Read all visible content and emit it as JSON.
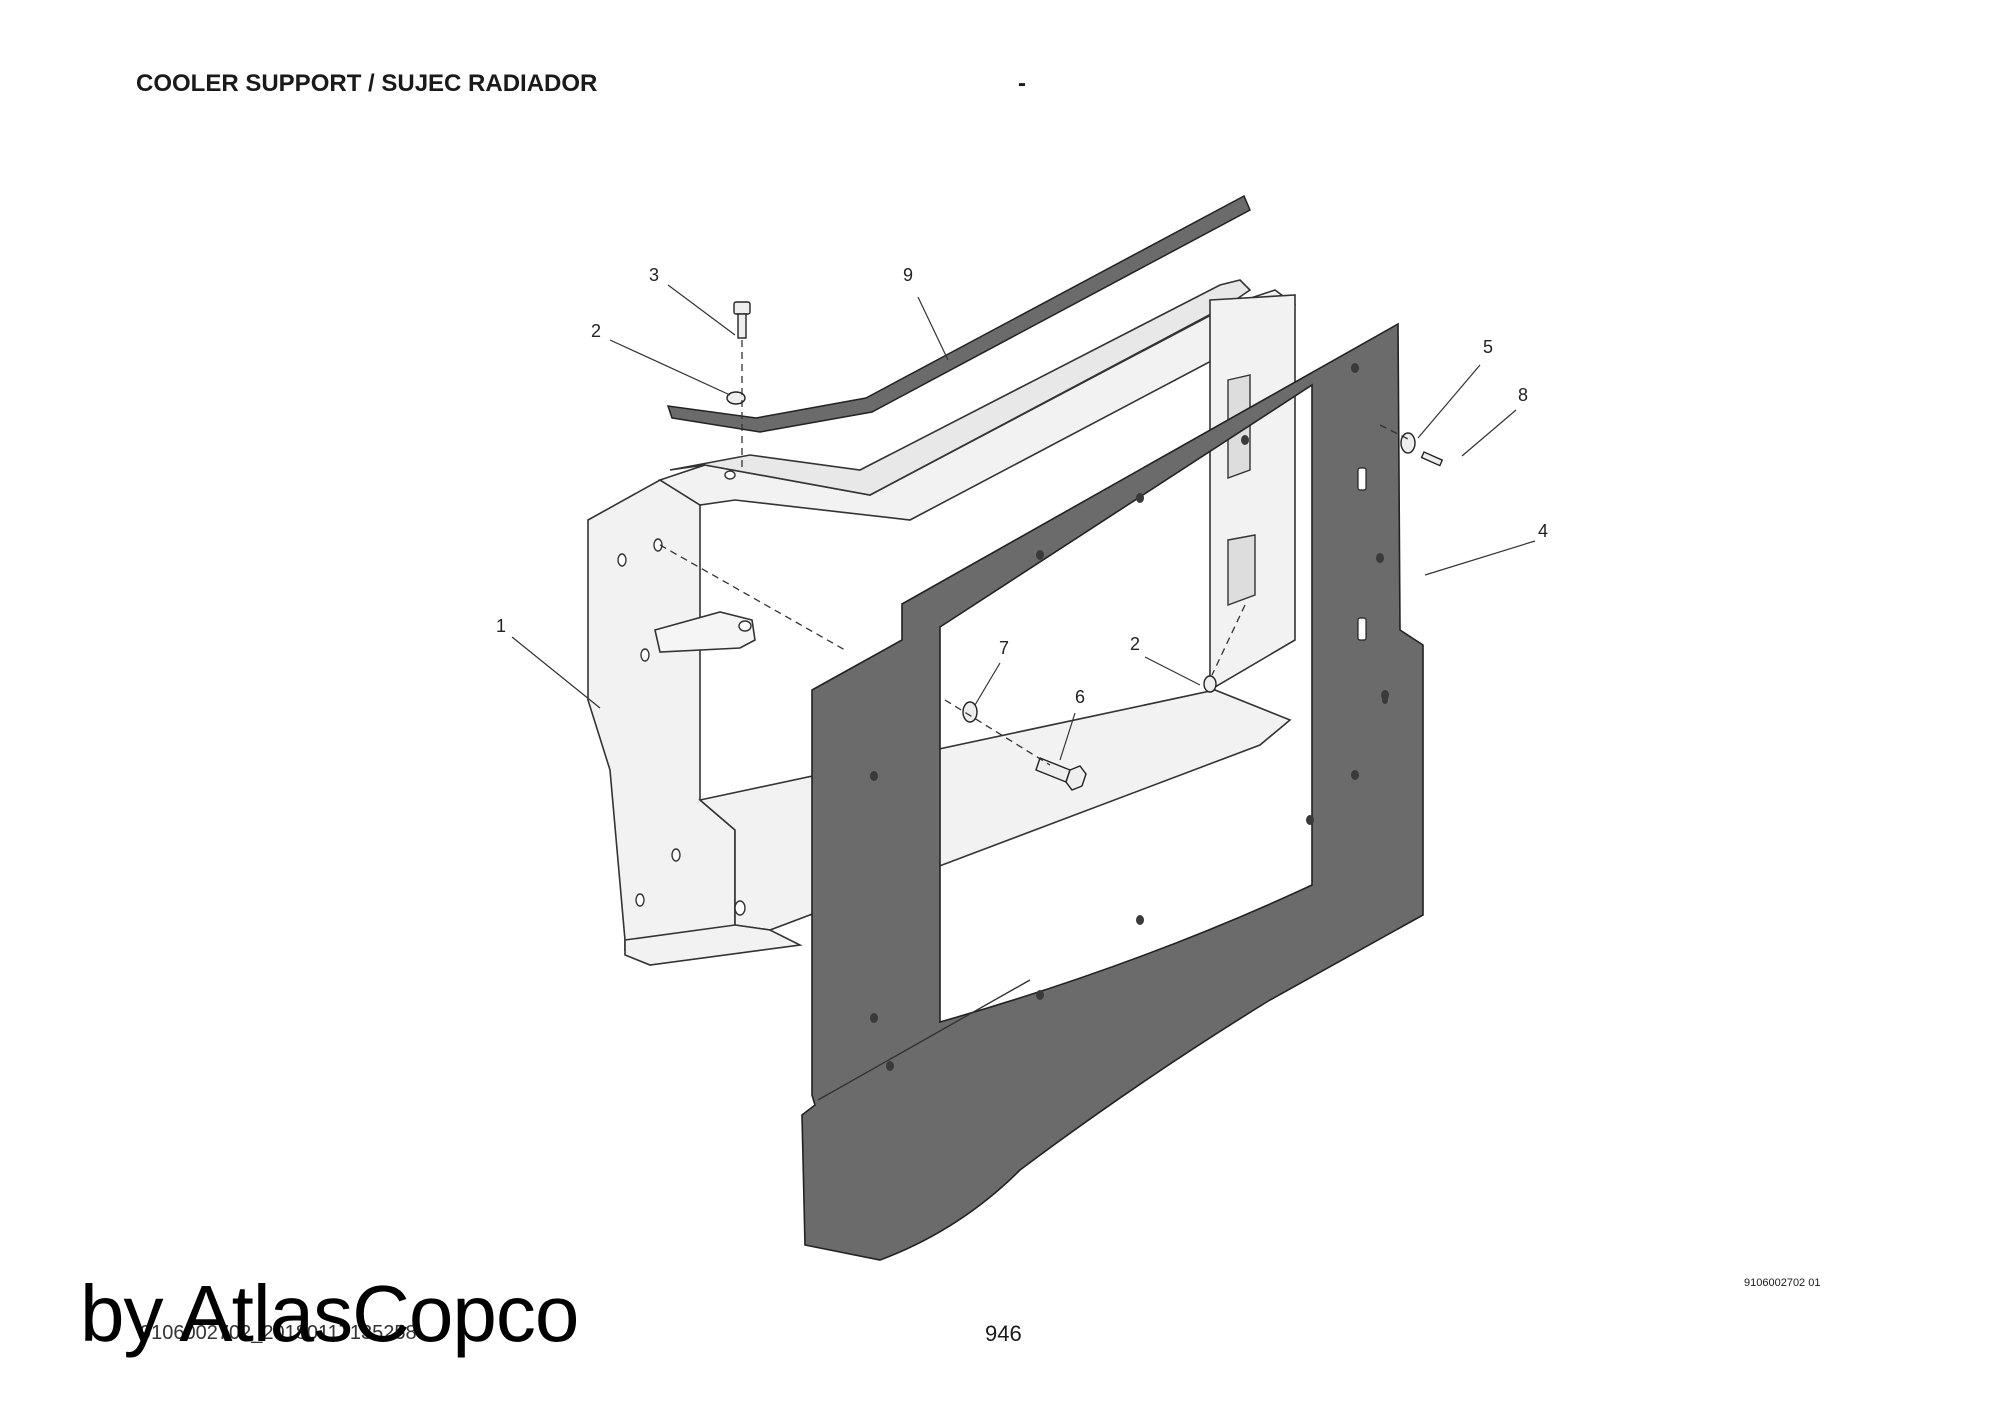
{
  "header": {
    "title": "COOLER SUPPORT / SUJEC RADIADOR",
    "dash": "-"
  },
  "diagram": {
    "callouts": [
      {
        "number": "1"
      },
      {
        "number": "2"
      },
      {
        "number": "3"
      },
      {
        "number": "9"
      },
      {
        "number": "5"
      },
      {
        "number": "8"
      },
      {
        "number": "4"
      },
      {
        "number": "7"
      },
      {
        "number": "6"
      },
      {
        "number": "2"
      }
    ]
  },
  "footer": {
    "drawing_id": "9106002702 01",
    "doc_ref": "9106002702_20180117135258",
    "page": "946",
    "watermark": "by AtlasCopco"
  },
  "colors": {
    "panel": "#6b6b6b",
    "frame": "#f2f2f2",
    "line": "#333333"
  }
}
